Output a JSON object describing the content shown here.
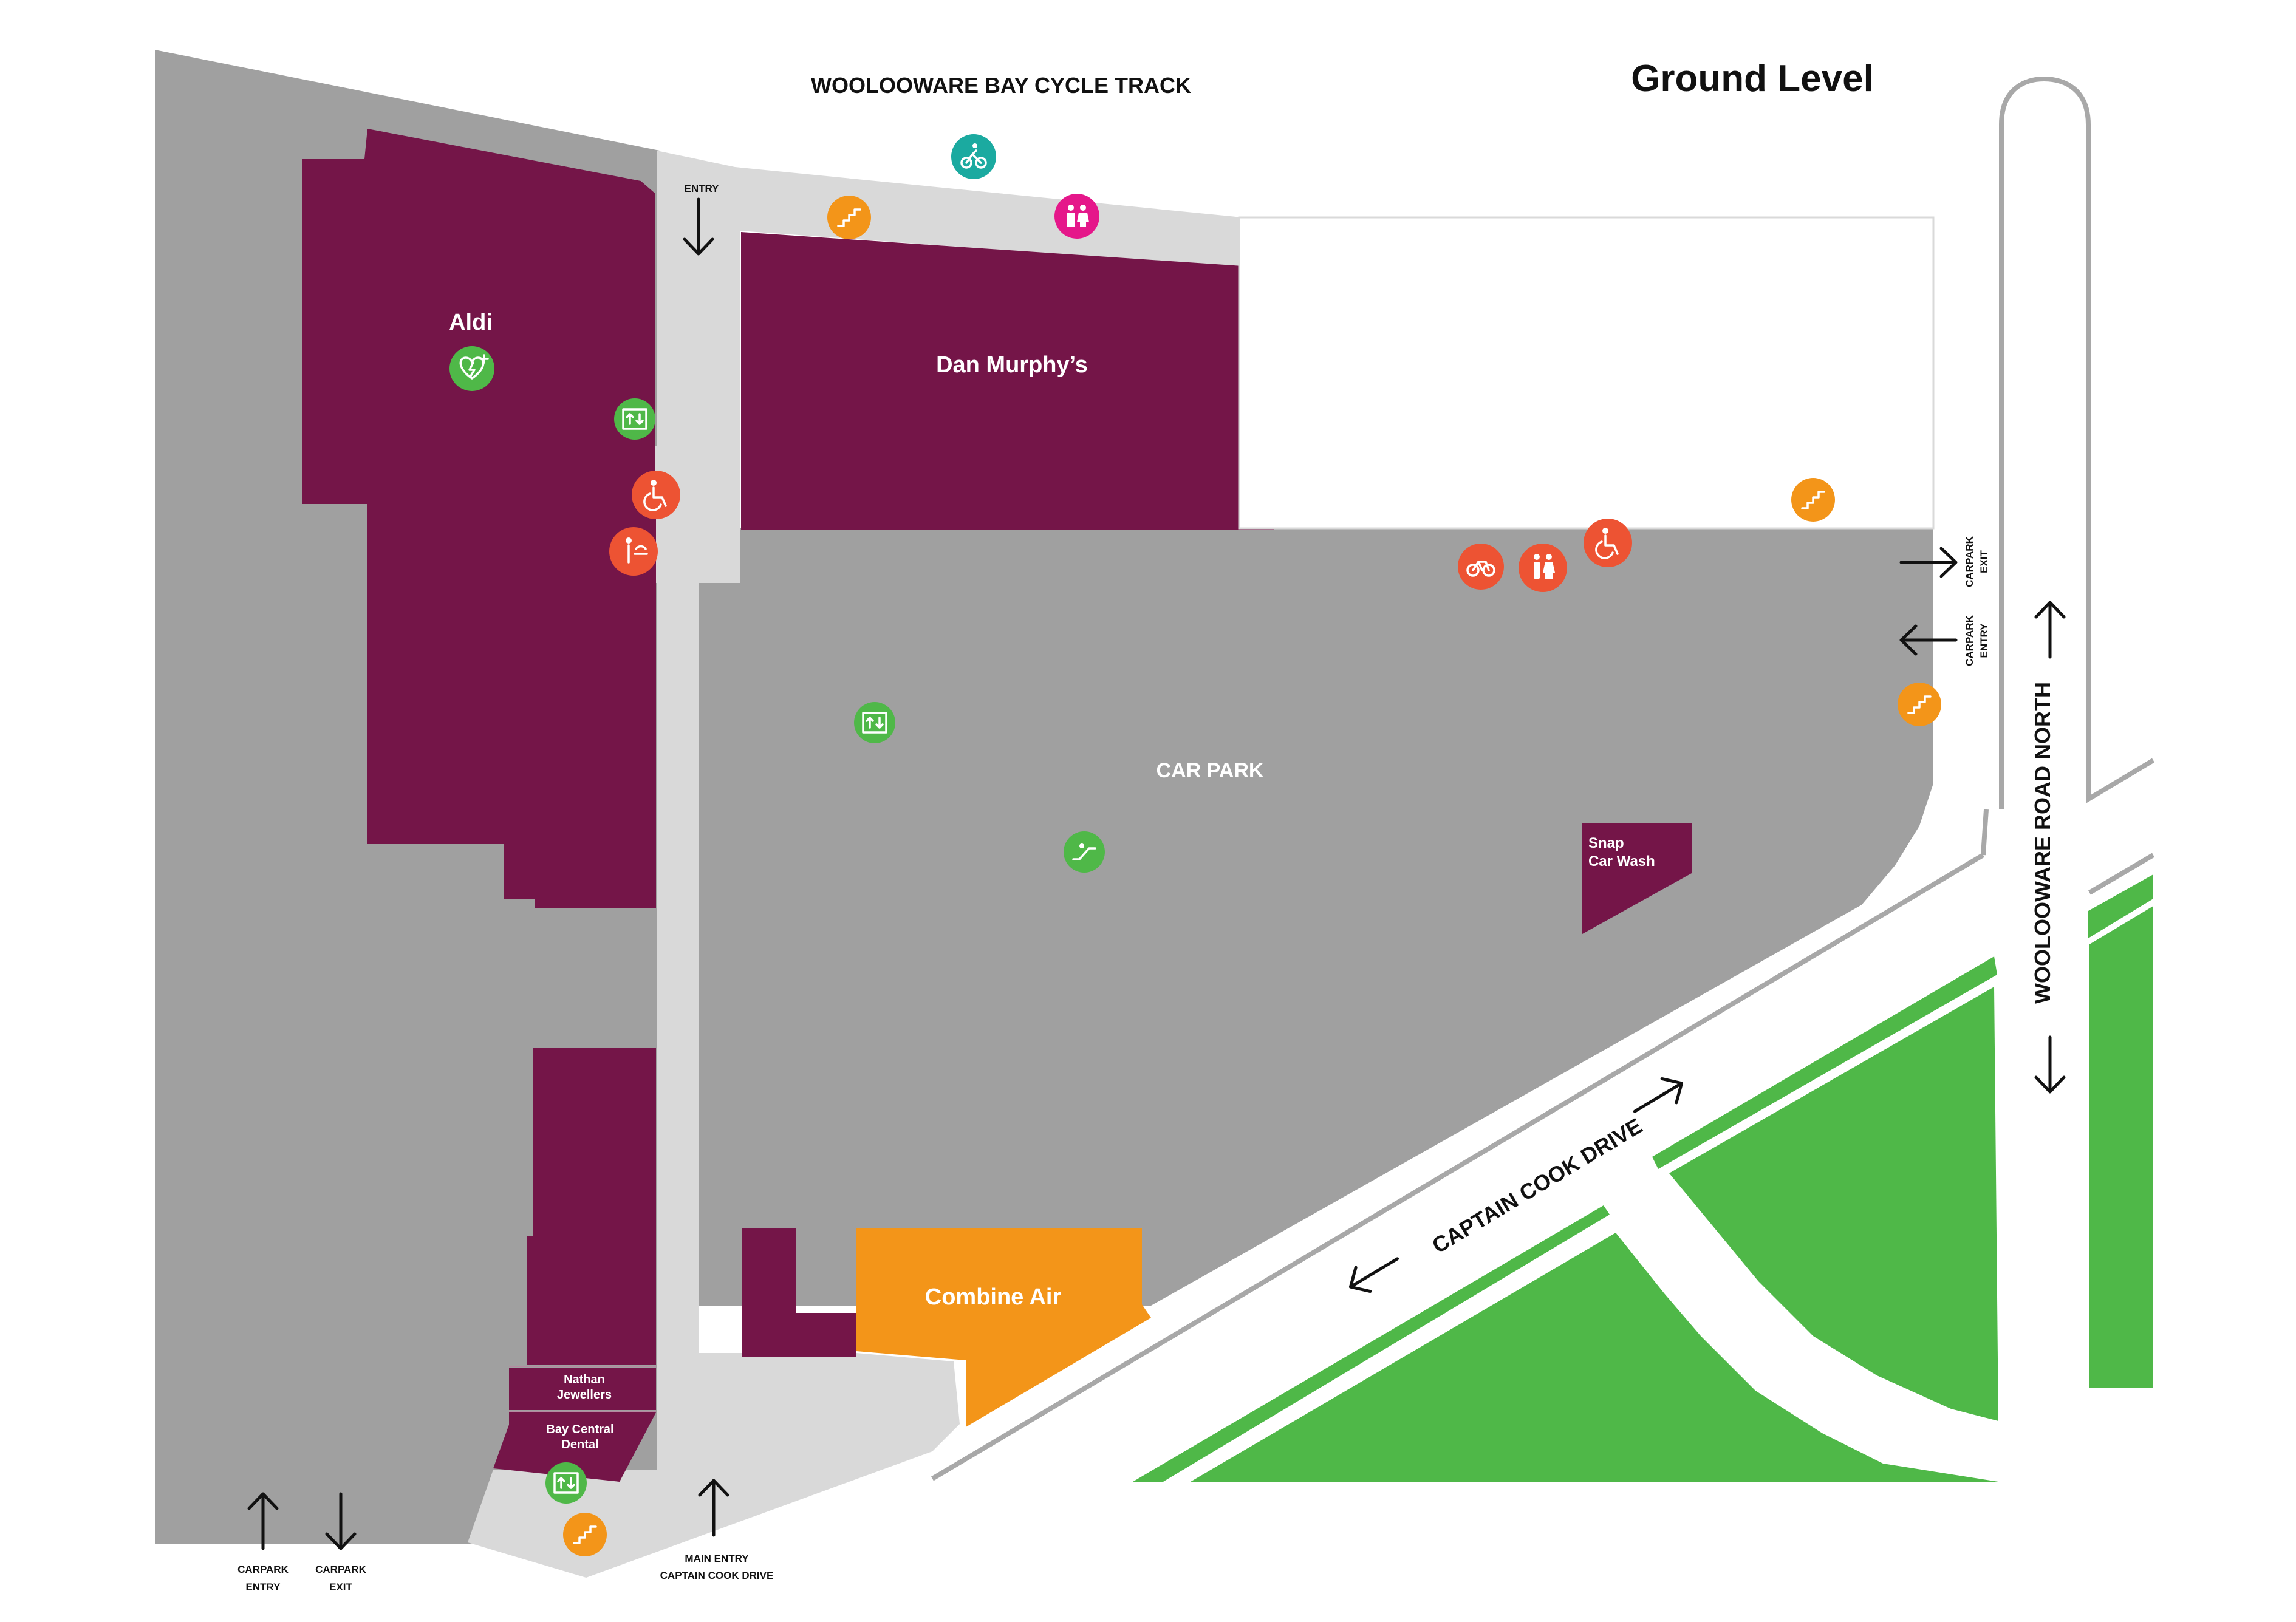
{
  "title": "Ground Level",
  "colors": {
    "store": "#741548",
    "carpark": "#a0a0a0",
    "walkway": "#d9d9d9",
    "green": "#4fb848",
    "orange_store": "#f39519",
    "road_edge": "#a8a8a8",
    "icon_red": "#ed5333",
    "icon_orange": "#f39519",
    "icon_green": "#4fb848",
    "icon_teal": "#1baaa0",
    "icon_pink": "#e5178a"
  },
  "stores": {
    "aldi": "Aldi",
    "dan_murphys": "Dan Murphy’s",
    "snap_line1": "Snap",
    "snap_line2": "Car Wash",
    "combine_air": "Combine Air",
    "nathan_line1": "Nathan",
    "nathan_line2": "Jewellers",
    "dental_line1": "Bay Central",
    "dental_line2": "Dental",
    "car_park": "CAR PARK"
  },
  "roads": {
    "cycle_track": "WOOLOOWARE BAY CYCLE TRACK",
    "captain_cook": "CAPTAIN COOK DRIVE",
    "woolooware": "WOOLOOWARE ROAD NORTH"
  },
  "labels": {
    "entry": "ENTRY",
    "main_entry_line1": "MAIN ENTRY",
    "main_entry_line2": "CAPTAIN COOK DRIVE",
    "carpark_entry_line1": "CARPARK",
    "carpark_entry_line2": "ENTRY",
    "carpark_exit_line1": "CARPARK",
    "carpark_exit_line2": "EXIT",
    "right_exit_line1": "CARPARK",
    "right_exit_line2": "EXIT",
    "right_entry_line1": "CARPARK",
    "right_entry_line2": "ENTRY"
  },
  "icons": {
    "aldi": "defibrillator-icon",
    "lift": "lift-icon",
    "accessible": "accessible-toilet-icon",
    "baby_change": "parents-room-icon",
    "stairs": "stairs-icon",
    "bike": "bike-parking-icon",
    "toilets": "toilets-icon",
    "escalator": "escalator-icon",
    "cycle": "cycle-track-icon",
    "family": "family-icon"
  }
}
